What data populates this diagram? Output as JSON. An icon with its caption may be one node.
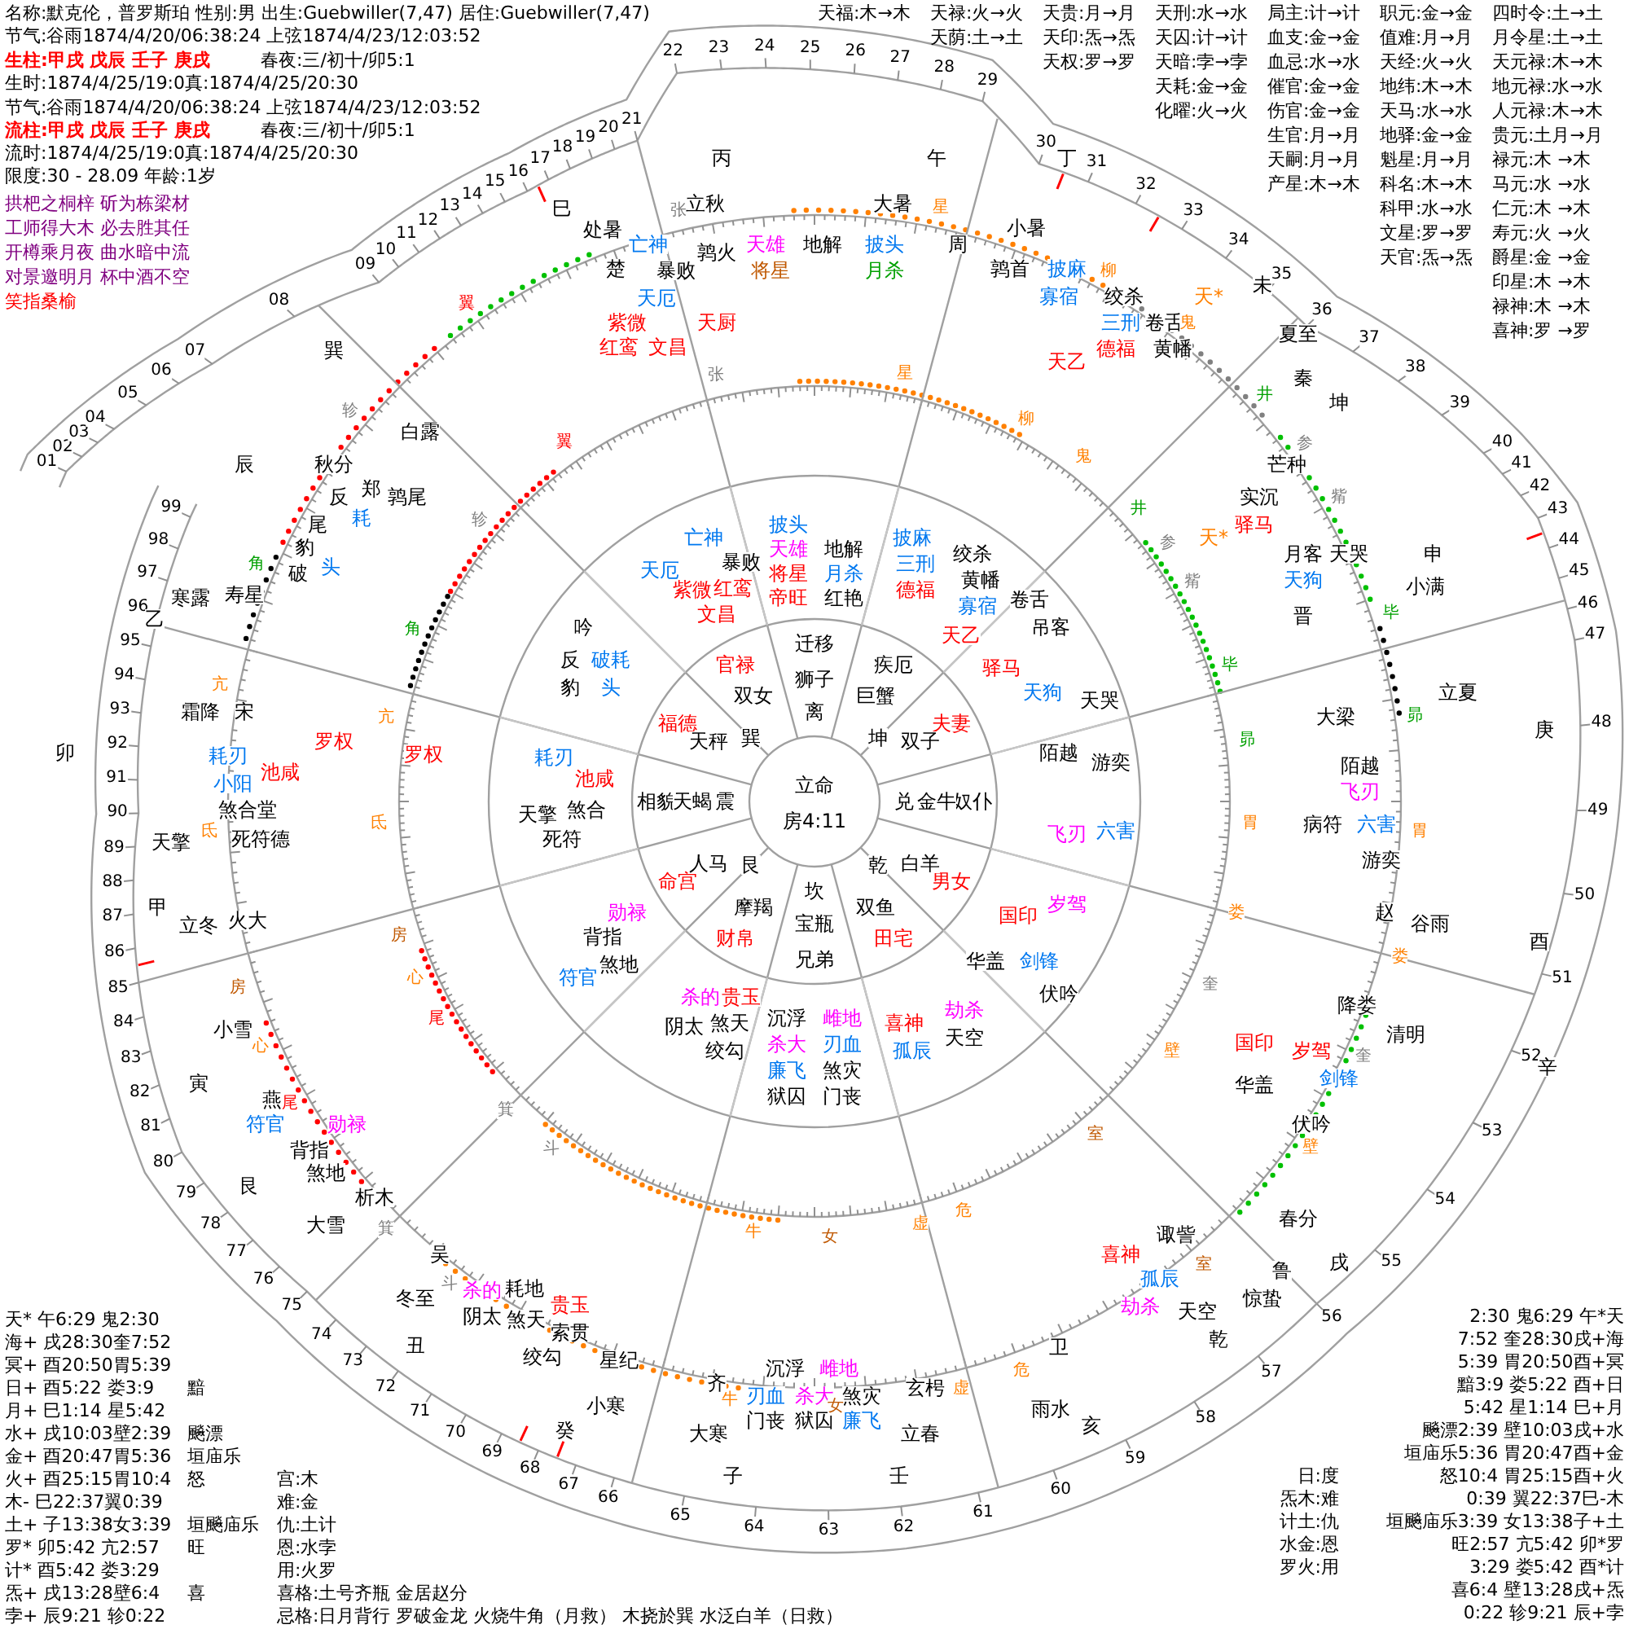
{
  "diagram": {
    "labels": [
      "名称:默克伦，普罗斯珀 性别:男 出生:Guebwiller(7,47) 居住:Guebwiller(7,47)",
      "节气:谷雨1874/4/20/06:38:24 上弦1874/4/23/12:03:52",
      "生柱:甲戌 戊辰 壬子 庚戌",
      "春夜:三/初十/卯5:1",
      "生时:1874/4/25/19:0真:1874/4/25/20:30",
      "节气:谷雨1874/4/20/06:38:24 上弦1874/4/23/12:03:52",
      "流柱:甲戌 戊辰 壬子 庚戌",
      "春夜:三/初十/卯5:1",
      "流时:1874/4/25/19:0真:1874/4/25/20:30",
      "限度:30 - 28.09 年龄:1岁",
      "拱杷之桐梓 斫为栋梁材",
      "工师得大木 必去胜其任",
      "开樽乘月夜 曲水暗中流",
      "对景邀明月 杯中酒不空",
      "笑指桑榆",
      "天福:木→木",
      "天禄:火→火",
      "天贵:月→月",
      "天刑:水→水",
      "局主:计→计",
      "职元:金→金",
      "四时令:土→土",
      "天荫:土→土",
      "天印:炁→炁",
      "天囚:计→计",
      "血支:金→金",
      "值难:月→月",
      "月令星:土→土",
      "天权:罗→罗",
      "天暗:孛→孛",
      "血忌:水→水",
      "天经:火→火",
      "天元禄:木→木",
      "天耗:金→金",
      "催官:金→金",
      "地纬:木→木",
      "地元禄:水→水",
      "化曜:火→火",
      "伤官:金→金",
      "天马:水→水",
      "人元禄:木→木",
      "生官:月→月",
      "地驿:金→金",
      "贵元:土月→月",
      "天嗣:月→月",
      "魁星:月→月",
      "禄元:木 →木",
      "产星:木→木",
      "科名:木→木",
      "马元:水 →水",
      "科甲:水→水",
      "仁元:木 →木",
      "文星:罗→罗",
      "寿元:火 →火",
      "天官:炁→炁",
      "爵星:金 →金",
      "印星:木 →木",
      "禄神:木 →木",
      "喜神:罗 →罗",
      "天* 午6:29 鬼2:30",
      "海+ 戌28:30奎7:52",
      "冥+ 酉20:50胃5:39",
      "日+ 酉5:22 娄3:9",
      "黯",
      "月+ 巳1:14 星5:42",
      "水+ 戌10:03壁2:39",
      "飈漂",
      "金+ 酉20:47胃5:36",
      "垣庙乐",
      "火+ 酉25:15胃10:4",
      "怒",
      "宫:木",
      "木- 巳22:37翼0:39",
      "难:金",
      "土+ 子13:38女3:39",
      "垣飈庙乐",
      "仇:土计",
      "罗* 卯5:42 亢2:57",
      "旺",
      "恩:水孛",
      "计* 酉5:42 娄3:29",
      "用:火罗",
      "炁+ 戌13:28壁6:4",
      "喜",
      "喜格:土号齐瓶 金居赵分",
      "孛+ 辰9:21 轸0:22",
      "忌格:日月背行 罗破金龙 火烧牛角（月救） 木挠於巽 水泛白羊（日救）",
      "2:30 鬼6:29 午*天",
      "7:52 奎28:30戌+海",
      "5:39 胃20:50酉+冥",
      "黯3:9 娄5:22 酉+日",
      "5:42 星1:14 巳+月",
      "飈漂2:39 壁10:03戌+水",
      "垣庙乐5:36 胃20:47酉+金",
      "日:度",
      "怒10:4 胃25:15酉+火",
      "炁木:难",
      "0:39 翼22:37巳-木",
      "计土:仇",
      "垣飈庙乐3:39 女13:38子+土",
      "水金:恩",
      "旺2:57 亢5:42 卯*罗",
      "罗火:用",
      "3:29 娄5:42 酉*计",
      "喜6:4 壁13:28戌+炁",
      "0:22 轸9:21 辰+孛",
      "01",
      "02",
      "03",
      "04",
      "05",
      "06",
      "07",
      "08",
      "09",
      "10",
      "11",
      "12",
      "13",
      "14",
      "15",
      "16",
      "17",
      "18",
      "19",
      "20",
      "21",
      "22",
      "23",
      "24",
      "25",
      "26",
      "27",
      "28",
      "29",
      "30",
      "31",
      "32",
      "33",
      "34",
      "35",
      "36",
      "37",
      "38",
      "39",
      "40",
      "41",
      "42",
      "43",
      "44",
      "45",
      "46",
      "47",
      "48",
      "49",
      "50",
      "51",
      "52",
      "53",
      "54",
      "55",
      "56",
      "57",
      "58",
      "59",
      "60",
      "61",
      "64",
      "63",
      "62",
      "65",
      "66",
      "67",
      "68",
      "69",
      "70",
      "71",
      "72",
      "73",
      "74",
      "75",
      "76",
      "77",
      "78",
      "79",
      "80",
      "81",
      "82",
      "83",
      "84",
      "85",
      "86",
      "87",
      "88",
      "89",
      "90",
      "91",
      "92",
      "93",
      "94",
      "95",
      "96",
      "97",
      "98",
      "99",
      "丙",
      "午",
      "立秋",
      "大暑",
      "周",
      "丁",
      "小暑",
      "鹑首",
      "未",
      "夏至",
      "秦",
      "坤",
      "芒种",
      "实沉",
      "申",
      "小满",
      "晋",
      "大梁",
      "立夏",
      "庚",
      "赵",
      "谷雨",
      "酉",
      "降娄",
      "清明",
      "辛",
      "诹訾",
      "春分",
      "鲁",
      "戌",
      "惊蛰",
      "乾",
      "卫",
      "玄枵",
      "立春",
      "雨水",
      "亥",
      "子",
      "壬",
      "齐",
      "大寒",
      "星纪",
      "小寒",
      "癸",
      "吴",
      "冬至",
      "丑",
      "析木",
      "大雪",
      "艮",
      "寅",
      "燕",
      "小雪",
      "甲",
      "立冬",
      "火大",
      "卯",
      "霜降",
      "宋",
      "乙",
      "寒露",
      "寿星",
      "辰",
      "秋分",
      "郑",
      "鹑尾",
      "白露",
      "巽",
      "巳",
      "处暑",
      "楚",
      "鹑火",
      "罗权",
      "罗权",
      "天*",
      "天*",
      "亡神",
      "天雄",
      "地解",
      "披头",
      "暴败",
      "将星",
      "月杀",
      "天厄",
      "紫微",
      "天厨",
      "红鸾",
      "文昌",
      "披麻",
      "寡宿",
      "绞杀",
      "三刑",
      "卷舌",
      "天乙",
      "德福",
      "黄幡",
      "驿马",
      "月客",
      "天哭",
      "天狗",
      "陌越",
      "飞刃",
      "病符",
      "六害",
      "游奕",
      "国印",
      "岁驾",
      "华盖",
      "剑锋",
      "伏吟",
      "喜神",
      "孤辰",
      "劫杀",
      "天空",
      "沉浮",
      "雌地",
      "刃血",
      "杀大",
      "煞灾",
      "门丧",
      "狱囚",
      "廉飞",
      "杀的",
      "耗地",
      "阴太",
      "煞天",
      "贵玉",
      "索贯",
      "绞勾",
      "符官",
      "勋禄",
      "背指",
      "煞地",
      "耗刃",
      "池咸",
      "小阳",
      "煞合堂",
      "天擎",
      "死符德",
      "反",
      "尾",
      "耗",
      "豹",
      "破",
      "头",
      "披头",
      "天雄",
      "将星",
      "帝旺",
      "地解",
      "月杀",
      "红艳",
      "亡神",
      "天厄",
      "暴败",
      "紫微",
      "红鸾",
      "文昌",
      "披麻",
      "三刑",
      "德福",
      "绞杀",
      "黄幡",
      "寡宿",
      "卷舌",
      "天乙",
      "吊客",
      "驿马",
      "天狗",
      "天哭",
      "陌越",
      "游奕",
      "飞刃",
      "六害",
      "国印",
      "岁驾",
      "华盖",
      "剑锋",
      "伏吟",
      "喜神",
      "孤辰",
      "劫杀",
      "天空",
      "沉浮",
      "雌地",
      "杀大",
      "刃血",
      "廉飞",
      "煞灾",
      "狱囚",
      "门丧",
      "杀的",
      "贵玉",
      "阴太",
      "煞天",
      "绞勾",
      "勋禄",
      "背指",
      "符官",
      "煞地",
      "耗刃",
      "池咸",
      "天擎",
      "煞合",
      "死符",
      "吟",
      "反",
      "破耗",
      "豹",
      "头",
      "迁移",
      "疾厄",
      "夫妻",
      "奴仆",
      "男女",
      "田宅",
      "兄弟",
      "财帛",
      "命宫",
      "相貌",
      "福德",
      "官禄",
      "狮子",
      "巨蟹",
      "双子",
      "金牛",
      "白羊",
      "双鱼",
      "宝瓶",
      "摩羯",
      "人马",
      "天蝎",
      "天秤",
      "双女",
      "离",
      "坤",
      "兑",
      "乾",
      "坎",
      "艮",
      "震",
      "巽",
      "立命",
      "房4:11",
      "角",
      "亢",
      "氐",
      "房",
      "心",
      "尾",
      "箕",
      "斗",
      "牛",
      "女",
      "虚",
      "危",
      "室",
      "壁",
      "奎",
      "娄",
      "胃",
      "昴",
      "毕",
      "觜",
      "参",
      "井",
      "鬼",
      "柳",
      "张",
      "星",
      "翼",
      "轸",
      "角",
      "亢",
      "氐",
      "房",
      "心",
      "尾",
      "箕",
      "斗",
      "牛",
      "女",
      "虚",
      "危",
      "室",
      "壁",
      "奎",
      "娄",
      "胃",
      "昴",
      "毕",
      "觜",
      "参",
      "井",
      "鬼",
      "柳",
      "张",
      "星",
      "翼",
      "轸"
    ]
  }
}
